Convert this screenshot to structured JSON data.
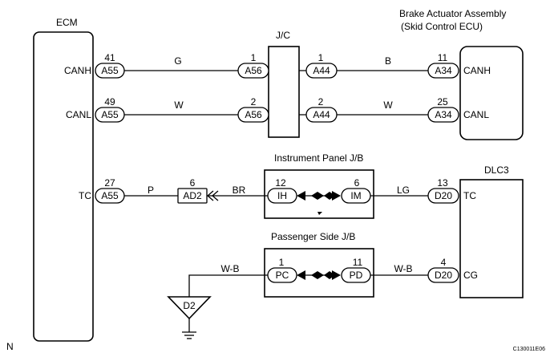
{
  "components": {
    "ecm": {
      "label": "ECM",
      "pins": {
        "canh": "CANH",
        "canl": "CANL",
        "tc": "TC"
      }
    },
    "brake_actuator": {
      "label_line1": "Brake Actuator Assembly",
      "label_line2": "(Skid Control ECU)",
      "pins": {
        "canh": "CANH",
        "canl": "CANL"
      }
    },
    "jc": {
      "label": "J/C"
    },
    "instrument_panel_jb": {
      "label": "Instrument Panel J/B"
    },
    "passenger_side_jb": {
      "label": "Passenger Side J/B"
    },
    "dlc3": {
      "label": "DLC3",
      "pins": {
        "tc": "TC",
        "cg": "CG"
      }
    },
    "ground": {
      "label": "D2"
    }
  },
  "connectors": {
    "ecm_canh": {
      "code": "A55",
      "pin": "41"
    },
    "ecm_canl": {
      "code": "A55",
      "pin": "49"
    },
    "ecm_tc": {
      "code": "A55",
      "pin": "27"
    },
    "jc_in_canh": {
      "code": "A56",
      "pin": "1"
    },
    "jc_in_canl": {
      "code": "A56",
      "pin": "2"
    },
    "jc_out_canh": {
      "code": "A44",
      "pin": "1"
    },
    "jc_out_canl": {
      "code": "A44",
      "pin": "2"
    },
    "brake_canh": {
      "code": "A34",
      "pin": "11"
    },
    "brake_canl": {
      "code": "A34",
      "pin": "25"
    },
    "ad2": {
      "code": "AD2",
      "pin": "6"
    },
    "ih": {
      "code": "IH",
      "pin": "12"
    },
    "im": {
      "code": "IM",
      "pin": "6"
    },
    "dlc_tc": {
      "code": "D20",
      "pin": "13"
    },
    "pc": {
      "code": "PC",
      "pin": "1"
    },
    "pd": {
      "code": "PD",
      "pin": "11"
    },
    "dlc_cg": {
      "code": "D20",
      "pin": "4"
    }
  },
  "wire_colors": {
    "canh_left": "G",
    "canh_right": "B",
    "canl_left": "W",
    "canl_right": "W",
    "tc_left": "P",
    "tc_mid": "BR",
    "tc_right": "LG",
    "cg_left": "W-B",
    "cg_right": "W-B"
  },
  "footer": {
    "left": "N",
    "code": "C130011E06"
  }
}
